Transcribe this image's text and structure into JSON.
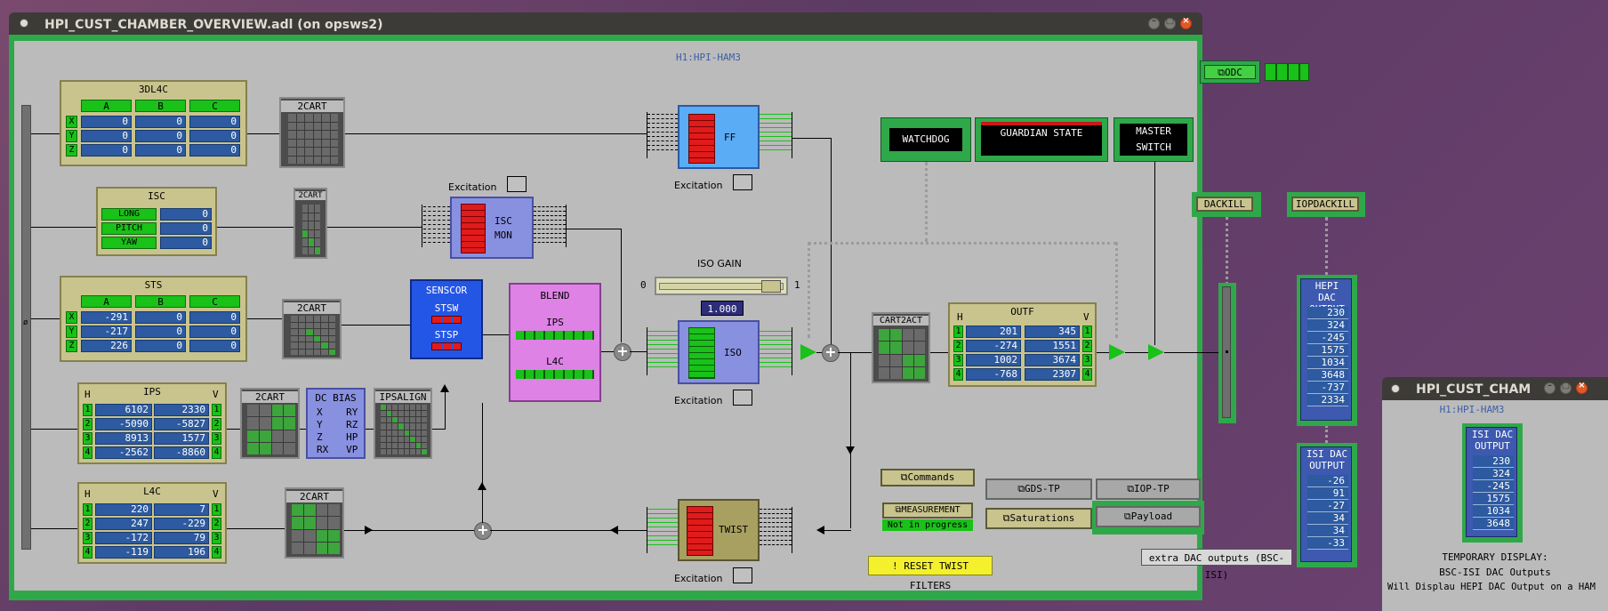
{
  "main_window": {
    "title": "HPI_CUST_CHAMBER_OVERVIEW.adl (on opsws2)",
    "chamber": "H1:HPI-HAM3"
  },
  "odc": {
    "label": "ODC"
  },
  "l3dl4c": {
    "title": "3DL4C",
    "cols": [
      "A",
      "B",
      "C"
    ],
    "rows": [
      {
        "label": "X",
        "values": [
          "0",
          "0",
          "0"
        ]
      },
      {
        "label": "Y",
        "values": [
          "0",
          "0",
          "0"
        ]
      },
      {
        "label": "Z",
        "values": [
          "0",
          "0",
          "0"
        ]
      }
    ]
  },
  "isc": {
    "title": "ISC",
    "rows": [
      {
        "label": "LONG",
        "value": "0"
      },
      {
        "label": "PITCH",
        "value": "0"
      },
      {
        "label": "YAW",
        "value": "0"
      }
    ]
  },
  "sts": {
    "title": "STS",
    "cols": [
      "A",
      "B",
      "C"
    ],
    "rows": [
      {
        "label": "X",
        "values": [
          "-291",
          "0",
          "0"
        ]
      },
      {
        "label": "Y",
        "values": [
          "-217",
          "0",
          "0"
        ]
      },
      {
        "label": "Z",
        "values": [
          "226",
          "0",
          "0"
        ]
      }
    ]
  },
  "ips": {
    "title": "IPS",
    "h": "H",
    "v": "V",
    "rows": [
      {
        "n": "1",
        "h": "6102",
        "v": "2330"
      },
      {
        "n": "2",
        "h": "-5090",
        "v": "-5827"
      },
      {
        "n": "3",
        "h": "8913",
        "v": "1577"
      },
      {
        "n": "4",
        "h": "-2562",
        "v": "-8860"
      }
    ]
  },
  "l4c": {
    "title": "L4C",
    "h": "H",
    "v": "V",
    "rows": [
      {
        "n": "1",
        "h": "220",
        "v": "7"
      },
      {
        "n": "2",
        "h": "247",
        "v": "-229"
      },
      {
        "n": "3",
        "h": "-172",
        "v": "79"
      },
      {
        "n": "4",
        "h": "-119",
        "v": "196"
      }
    ]
  },
  "outf": {
    "title": "OUTF",
    "h": "H",
    "v": "V",
    "rows": [
      {
        "n": "1",
        "h": "201",
        "v": "345"
      },
      {
        "n": "2",
        "h": "-274",
        "v": "1551"
      },
      {
        "n": "3",
        "h": "1002",
        "v": "3674"
      },
      {
        "n": "4",
        "h": "-768",
        "v": "2307"
      }
    ]
  },
  "labels": {
    "cart": "2CART",
    "cart2act": "CART2ACT",
    "excitation": "Excitation",
    "isc_mon": "ISC\nMON",
    "ff": "FF",
    "iso": "ISO",
    "twist": "TWIST",
    "senscor": "SENSCOR",
    "stsw": "STSW",
    "stsp": "STSP",
    "blend": "BLEND",
    "blend_ips": "IPS",
    "blend_l4c": "L4C",
    "dcbias": "DC BIAS",
    "dcbias_rows": [
      "X    RY",
      "Y    RZ",
      "Z    HP",
      "RX   VP"
    ],
    "ipsalign": "IPSALIGN",
    "iso_gain": "ISO GAIN",
    "iso_gain_min": "0",
    "iso_gain_max": "1",
    "iso_gain_value": "1.000"
  },
  "status": {
    "watchdog": "WATCHDOG",
    "guardian": "GUARDIAN STATE",
    "master_switch_1": "MASTER",
    "master_switch_2": "SWITCH",
    "dackill": "DACKILL",
    "iopdackill": "IOPDACKILL"
  },
  "buttons": {
    "commands": "Commands",
    "measurement": "MEASUREMENT",
    "measurement_status": "Not in progress",
    "gds_tp": "GDS-TP",
    "iop_tp": "IOP-TP",
    "saturations": "Saturations",
    "payload": "Payload",
    "reset_twist": "! RESET TWIST FILTERS",
    "extra_dac": "extra DAC outputs (BSC-ISI)"
  },
  "hepi_dac": {
    "title": "HEPI DAC\nOUTPUT",
    "values": [
      "230",
      "324",
      "-245",
      "1575",
      "1034",
      "3648",
      "-737",
      "2334"
    ]
  },
  "isi_dac": {
    "title": "ISI DAC\nOUTPUT",
    "values": [
      "-26",
      "91",
      "-27",
      "34",
      "34",
      "-33"
    ]
  },
  "second_window": {
    "title": "HPI_CUST_CHAM",
    "chamber": "H1:HPI-HAM3",
    "dac_title": "ISI DAC\nOUTPUT",
    "values": [
      "230",
      "324",
      "-245",
      "1575",
      "1034",
      "3648"
    ],
    "note_1": "TEMPORARY DISPLAY:",
    "note_2": "BSC-ISI DAC Outputs",
    "note_3": "Will Displau HEPI DAC Output on a HAM"
  },
  "colors": {
    "frame": "#2fa84a",
    "canvas": "#bbbbbb",
    "value_blue": "#2d5aa0",
    "green": "#19c119",
    "red": "#e01b1b"
  }
}
